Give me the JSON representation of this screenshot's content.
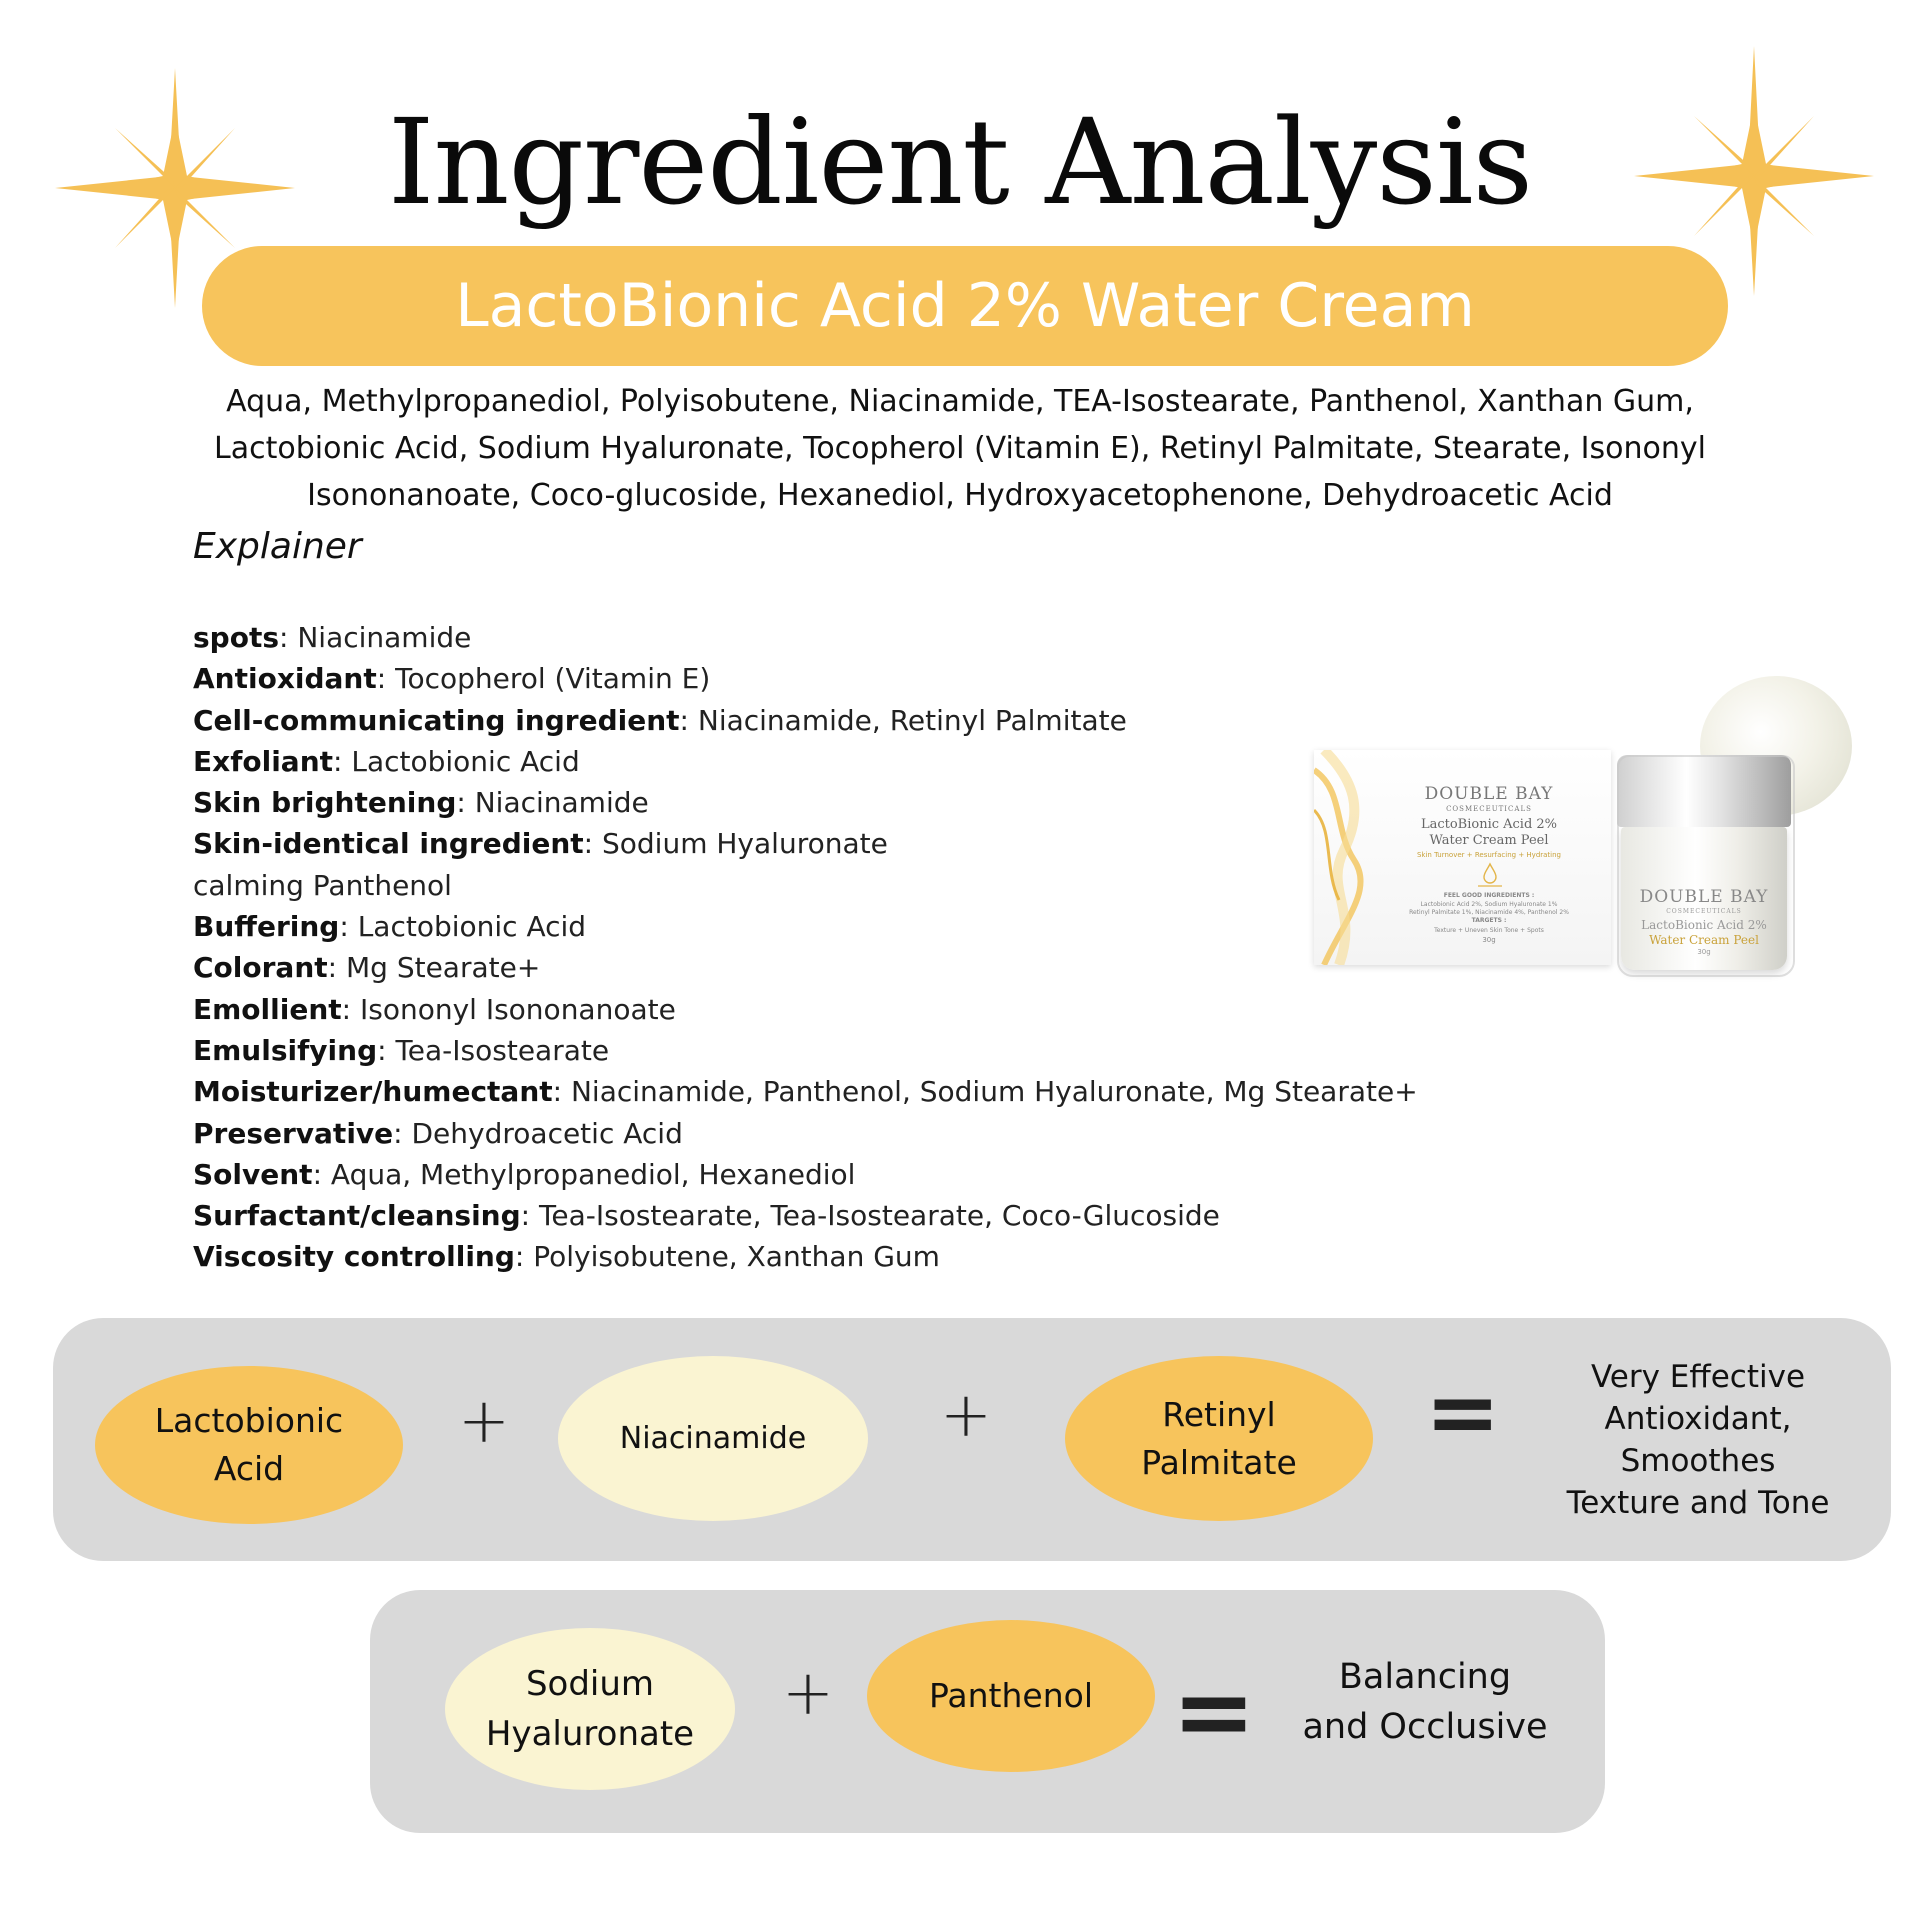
{
  "title": "Ingredient Analysis",
  "product_name": "LactoBionic Acid 2% Water Cream",
  "ingredients": [
    "Aqua, Methylpropanediol, Polyisobutene, Niacinamide, TEA-Isostearate, Panthenol, Xanthan Gum,",
    "Lactobionic Acid, Sodium Hyaluronate, Tocopherol (Vitamin E), Retinyl Palmitate, Stearate, Isononyl",
    "Isononanoate, Coco-glucoside, Hexanediol, Hydroxyacetophenone, Dehydroacetic Acid"
  ],
  "explainer": {
    "title": "Explainer",
    "items": [
      {
        "cat": "spots",
        "sep": ": ",
        "text": "Niacinamide"
      },
      {
        "cat": "Antioxidant",
        "sep": ": ",
        "text": "Tocopherol (Vitamin E)"
      },
      {
        "cat": "Cell-communicating ingredient",
        "sep": ": ",
        "text": "Niacinamide, Retinyl Palmitate"
      },
      {
        "cat": "Exfoliant",
        "sep": ": ",
        "text": "Lactobionic Acid"
      },
      {
        "cat": "Skin brightening",
        "sep": ": ",
        "text": "Niacinamide"
      },
      {
        "cat": "Skin-identical ingredient",
        "sep": ": ",
        "text": "Sodium Hyaluronate"
      },
      {
        "cat": "",
        "sep": "",
        "text": "calming Panthenol"
      },
      {
        "cat": "Buffering",
        "sep": ": ",
        "text": "Lactobionic Acid"
      },
      {
        "cat": "Colorant",
        "sep": ": ",
        "text": "Mg Stearate+"
      },
      {
        "cat": "Emollient",
        "sep": ": ",
        "text": "Isononyl Isononanoate"
      },
      {
        "cat": "Emulsifying",
        "sep": ": ",
        "text": "Tea-Isostearate"
      },
      {
        "cat": "Moisturizer/humectant",
        "sep": ": ",
        "text": "Niacinamide, Panthenol, Sodium Hyaluronate, Mg Stearate+"
      },
      {
        "cat": "Preservative",
        "sep": ": ",
        "text": "Dehydroacetic Acid"
      },
      {
        "cat": "Solvent",
        "sep": ": ",
        "text": "Aqua, Methylpropanediol, Hexanediol"
      },
      {
        "cat": "Surfactant/cleansing",
        "sep": ": ",
        "text": "Tea-Isostearate, Tea-Isostearate, Coco-Glucoside"
      },
      {
        "cat": "Viscosity controlling",
        "sep": ": ",
        "text": "Polyisobutene, Xanthan Gum"
      }
    ]
  },
  "product_image": {
    "box": {
      "brand": "DOUBLE BAY",
      "sub_brand": "COSMECEUTICALS",
      "name_line1": "LactoBionic Acid 2%",
      "name_line2": "Water Cream Peel",
      "tagline": "Skin Turnover + Resurfacing + Hydrating",
      "feel_good": "FEEL GOOD INGREDIENTS :",
      "feel_good_line1": "Lactobionic Acid 2%, Sodium Hyaluronate 1%",
      "feel_good_line2": "Retinyl Palmitate 1%, Niacinamide 4%, Panthenol 2%",
      "targets": "TARGETS :",
      "targets_line": "Texture + Uneven Skin Tone + Spots",
      "weight": "30g"
    },
    "jar": {
      "brand": "DOUBLE BAY",
      "sub_brand": "COSMECEUTICALS",
      "name_line1": "LactoBionic Acid 2%",
      "name_line2": "Water Cream Peel",
      "weight": "30g"
    }
  },
  "combo1": {
    "a_line1": "Lactobionic",
    "a_line2": "Acid",
    "plus1": "+",
    "b": "Niacinamide",
    "plus2": "+",
    "c_line1": "Retinyl",
    "c_line2": "Palmitate",
    "equals": "=",
    "result_line1": "Very Effective",
    "result_line2": "Antioxidant,",
    "result_line3": "Smoothes",
    "result_line4": "Texture and Tone"
  },
  "combo2": {
    "a_line1": "Sodium",
    "a_line2": "Hyaluronate",
    "plus": "+",
    "b": "Panthenol",
    "equals": "=",
    "result_line1": "Balancing",
    "result_line2": "and Occlusive"
  },
  "colors": {
    "accent_gold": "#f7c45c",
    "accent_cream": "#faf4d2",
    "panel_gray": "#d9d9d9"
  }
}
